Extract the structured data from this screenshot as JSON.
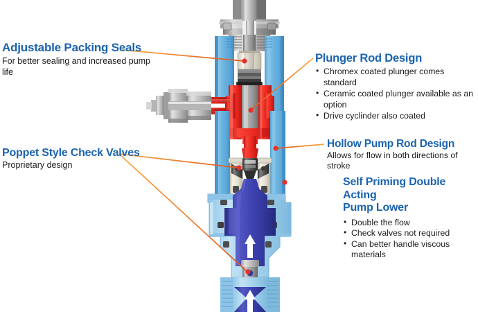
{
  "page": {
    "type": "technical-cutaway-diagram",
    "subject": "Double acting piston pump cross-section"
  },
  "colors": {
    "title_blue": "#1a63b0",
    "body_text": "#1b1b1b",
    "leader_orange": "#ef7f21",
    "leader_orange_dark": "#e4561d",
    "dot_red": "#e8302a",
    "cylinder_light_blue": "#6cb4e0",
    "body_pale_blue": "#a7d4ee",
    "fluid_red": "#ee2c24",
    "fluid_dark_blue": "#3b3fae",
    "steel_gray": "#9a9a9a",
    "packing_cream": "#e8e4d8",
    "arrow_white": "#ffffff"
  },
  "callouts": [
    {
      "id": "packing",
      "title": "Adjustable Packing Seals",
      "subtitle": "For better sealing and increased pump life",
      "side": "left"
    },
    {
      "id": "poppet",
      "title": "Poppet Style Check Valves",
      "subtitle": "Proprietary design",
      "side": "left"
    },
    {
      "id": "plunger",
      "title": "Plunger Rod Design",
      "side": "right",
      "bullets": [
        "Chromex coated plunger comes standard",
        "Ceramic coated plunger available as an option",
        "Drive cyclinder also coated"
      ]
    },
    {
      "id": "hollow",
      "title": "Hollow Pump Rod Design",
      "subtitle": "Allows for flow in both directions of stroke",
      "side": "right"
    },
    {
      "id": "self_priming",
      "title_line1": "Self Priming Double Acting",
      "title_line2": "Pump Lower",
      "side": "right",
      "bullets": [
        "Double the flow",
        "Check valves not required",
        "Can better handle viscous materials"
      ]
    }
  ],
  "flow_arrows": [
    {
      "name": "outlet-arrow",
      "direction": "left",
      "location": "side-port"
    },
    {
      "name": "inlet-arrow-mid",
      "direction": "up",
      "location": "lower-chamber"
    },
    {
      "name": "inlet-arrow-bottom",
      "direction": "up",
      "location": "bottom-inlet"
    }
  ]
}
